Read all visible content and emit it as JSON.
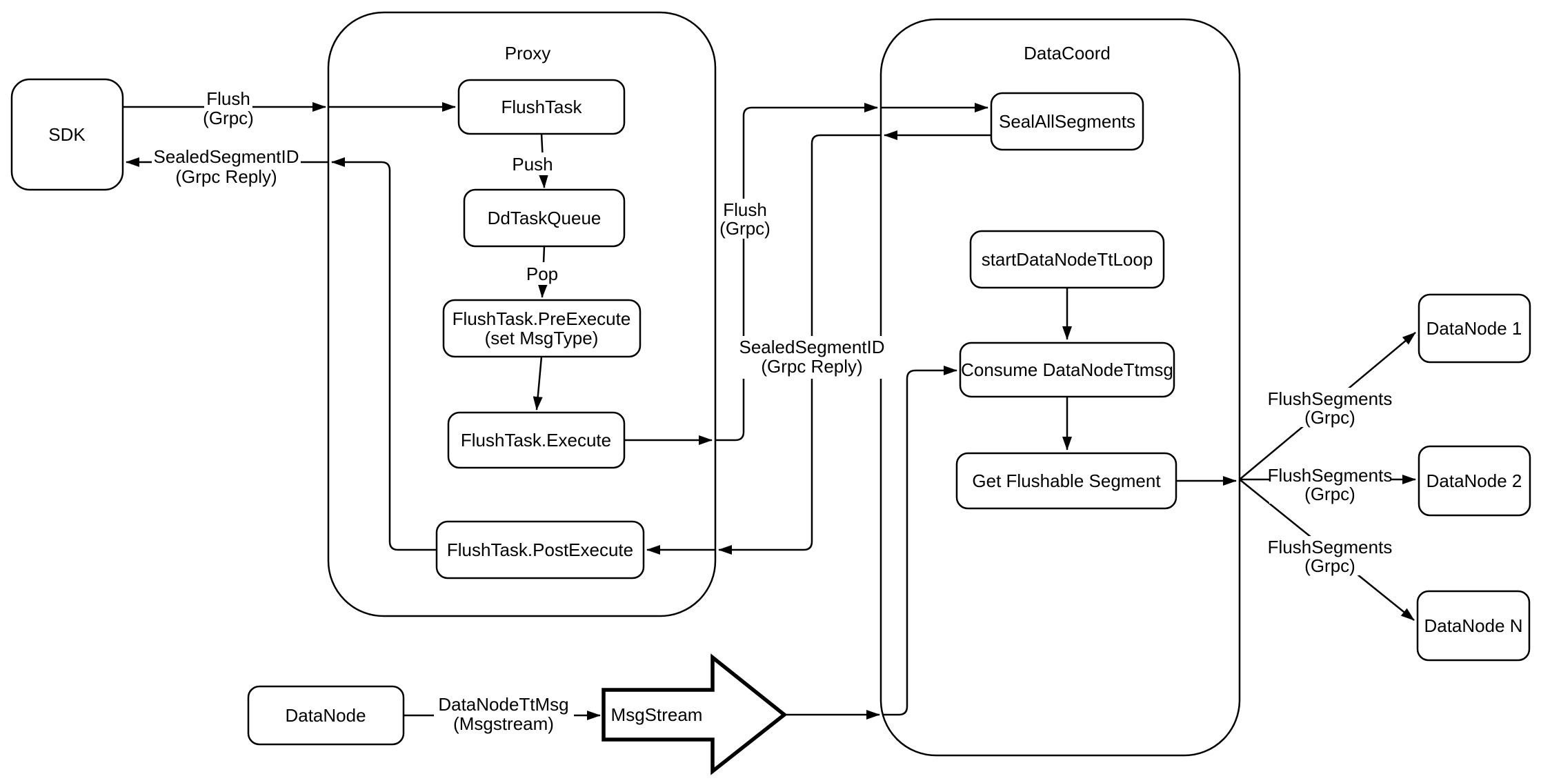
{
  "colors": {
    "background": "#ffffff",
    "stroke": "#000000",
    "node_fill": "#ffffff"
  },
  "containers": {
    "proxy": {
      "label": "Proxy"
    },
    "datacoord": {
      "label": "DataCoord"
    }
  },
  "nodes": {
    "sdk": "SDK",
    "flush_task": "FlushTask",
    "dd_task_queue": "DdTaskQueue",
    "pre_execute_line1": "FlushTask.PreExecute",
    "pre_execute_line2": "(set MsgType)",
    "execute": "FlushTask.Execute",
    "post_execute": "FlushTask.PostExecute",
    "seal_all_segments": "SealAllSegments",
    "start_datanode_tt_loop": "startDataNodeTtLoop",
    "consume_datanode_ttmsg": "Consume DataNodeTtmsg",
    "get_flushable_segment": "Get Flushable Segment",
    "datanode_1": "DataNode 1",
    "datanode_2": "DataNode 2",
    "datanode_n": "DataNode N",
    "datanode": "DataNode",
    "msgstream": "MsgStream"
  },
  "edge_labels": {
    "flush_sdk_1": "Flush",
    "flush_sdk_2": "(Grpc)",
    "push": "Push",
    "pop": "Pop",
    "flush_dc_1": "Flush",
    "flush_dc_2": "(Grpc)",
    "sealed_sdk_1": "SealedSegmentID",
    "sealed_sdk_2": "(Grpc Reply)",
    "sealed_dc_1": "SealedSegmentID",
    "sealed_dc_2": "(Grpc Reply)",
    "flush_segments_1a": "FlushSegments",
    "flush_segments_1b": "(Grpc)",
    "flush_segments_2a": "FlushSegments",
    "flush_segments_2b": "(Grpc)",
    "flush_segments_na": "FlushSegments",
    "flush_segments_nb": "(Grpc)",
    "datanode_tt_msg_1": "DataNodeTtMsg",
    "datanode_tt_msg_2": "(Msgstream)"
  }
}
